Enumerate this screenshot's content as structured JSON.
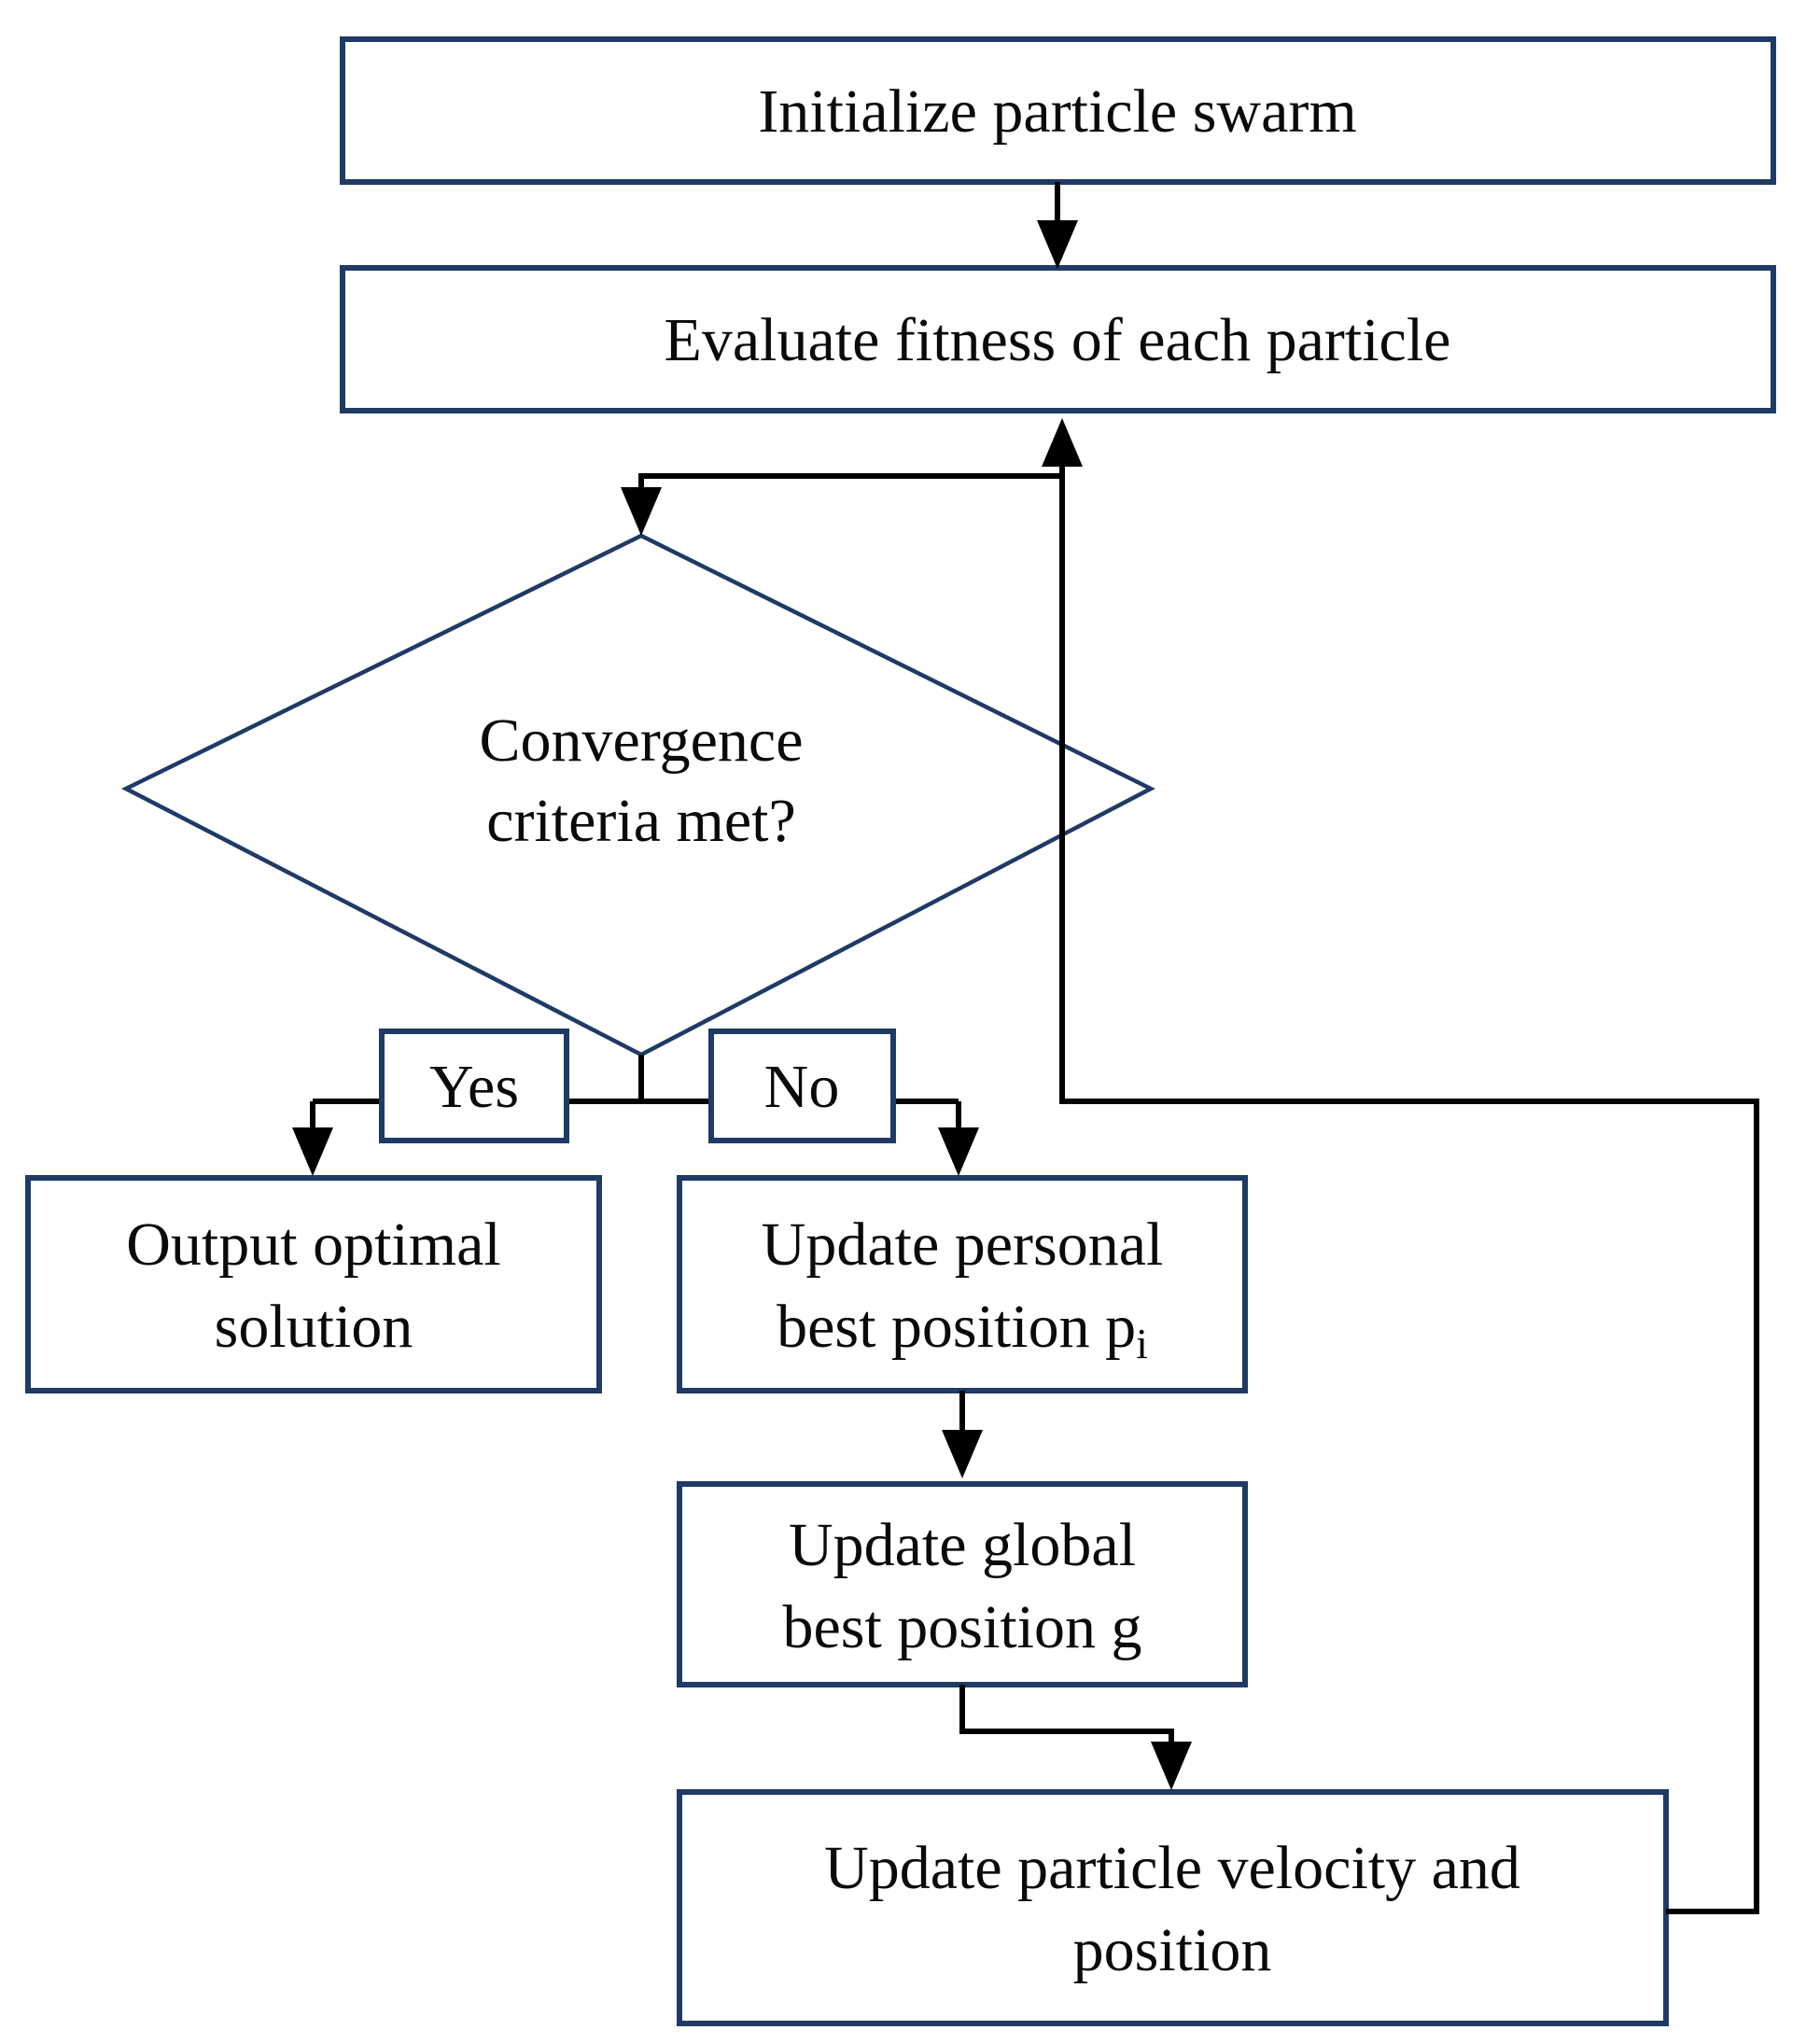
{
  "diagram": {
    "type": "flowchart",
    "topic": "Particle swarm optimization loop",
    "colors": {
      "box_border": "#1f3a64",
      "line": "#000000",
      "text": "#0a0a0a",
      "background": "#ffffff"
    },
    "nodes": {
      "init": {
        "label": "Initialize particle swarm"
      },
      "evaluate": {
        "label": "Evaluate fitness of each particle"
      },
      "convergence": {
        "line1": "Convergence",
        "line2": "criteria met?"
      },
      "yes_tag": {
        "label": "Yes"
      },
      "no_tag": {
        "label": "No"
      },
      "output": {
        "line1": "Output optimal",
        "line2": "solution"
      },
      "personal": {
        "line1": "Update personal",
        "line2_main": "best position p",
        "line2_sub": "i"
      },
      "global": {
        "line1": "Update global",
        "line2": "best position g"
      },
      "velocity": {
        "line1": "Update particle velocity and",
        "line2": "position"
      }
    },
    "edges": [
      {
        "from": "init",
        "to": "evaluate",
        "label": ""
      },
      {
        "from": "evaluate",
        "to": "convergence",
        "label": ""
      },
      {
        "from": "convergence",
        "to": "output",
        "label": "Yes"
      },
      {
        "from": "convergence",
        "to": "personal",
        "label": "No"
      },
      {
        "from": "personal",
        "to": "global",
        "label": ""
      },
      {
        "from": "global",
        "to": "velocity",
        "label": ""
      },
      {
        "from": "velocity",
        "to": "evaluate",
        "label": ""
      }
    ]
  }
}
